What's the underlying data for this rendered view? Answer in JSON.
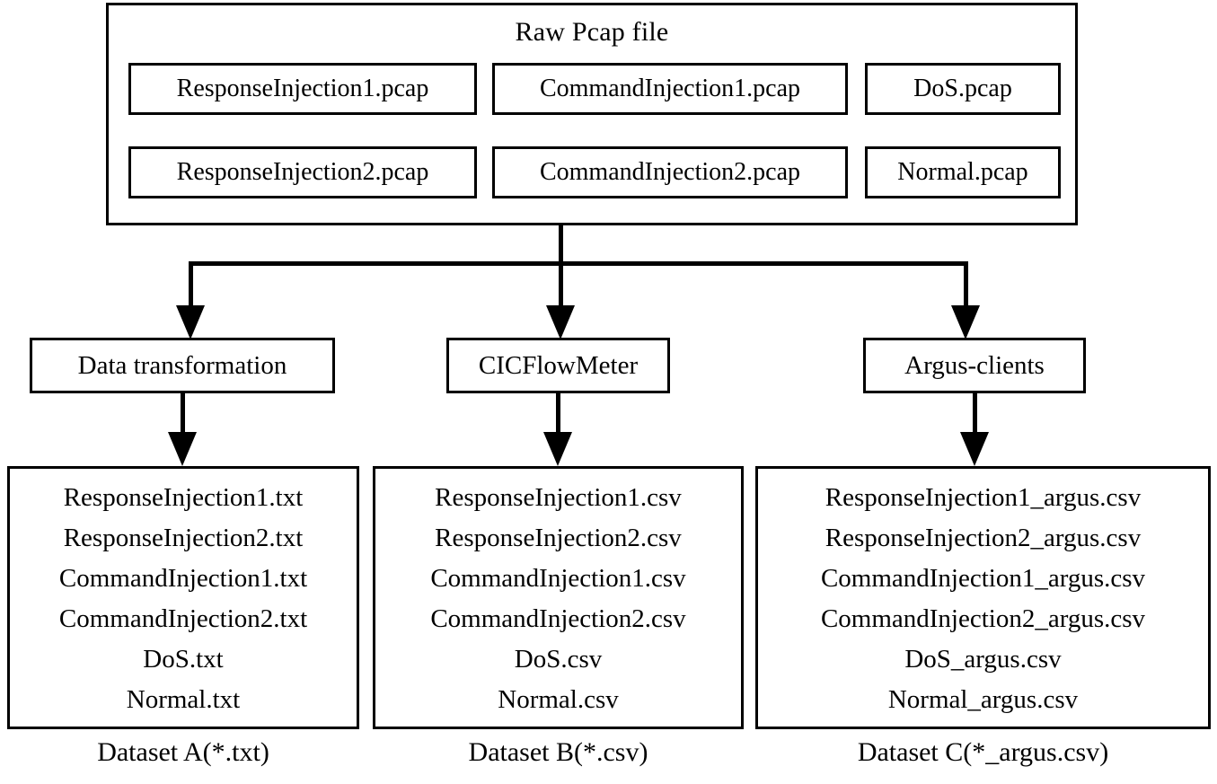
{
  "diagram": {
    "title": "Raw Pcap file",
    "raw_pcap": {
      "label": "Raw Pcap file",
      "files": [
        {
          "name": "ResponseInjection1.pcap",
          "column": "a",
          "row": 1
        },
        {
          "name": "ResponseInjection2.pcap",
          "column": "a",
          "row": 2
        },
        {
          "name": "CommandInjection1.pcap",
          "column": "b",
          "row": 1
        },
        {
          "name": "CommandInjection2.pcap",
          "column": "b",
          "row": 2
        },
        {
          "name": "DoS.pcap",
          "column": "c",
          "row": 1
        },
        {
          "name": "Normal.pcap",
          "column": "c",
          "row": 2
        }
      ]
    },
    "processes": [
      {
        "id": "data-transformation",
        "label": "Data transformation"
      },
      {
        "id": "cicflowmeter",
        "label": "CICFlowMeter"
      },
      {
        "id": "argus-clients",
        "label": "Argus-clients"
      }
    ],
    "datasets": [
      {
        "id": "a",
        "caption": "Dataset A(*.txt)",
        "files": [
          "ResponseInjection1.txt",
          "ResponseInjection2.txt",
          "CommandInjection1.txt",
          "CommandInjection2.txt",
          "DoS.txt",
          "Normal.txt"
        ]
      },
      {
        "id": "b",
        "caption": "Dataset B(*.csv)",
        "files": [
          "ResponseInjection1.csv",
          "ResponseInjection2.csv",
          "CommandInjection1.csv",
          "CommandInjection2.csv",
          "DoS.csv",
          "Normal.csv"
        ]
      },
      {
        "id": "c",
        "caption": "Dataset C(*_argus.csv)",
        "files": [
          "ResponseInjection1_argus.csv",
          "ResponseInjection2_argus.csv",
          "CommandInjection1_argus.csv",
          "CommandInjection2_argus.csv",
          "DoS_argus.csv",
          "Normal_argus.csv"
        ]
      }
    ],
    "colors": {
      "stroke": "#000000",
      "background": "#ffffff",
      "text": "#000000"
    }
  }
}
